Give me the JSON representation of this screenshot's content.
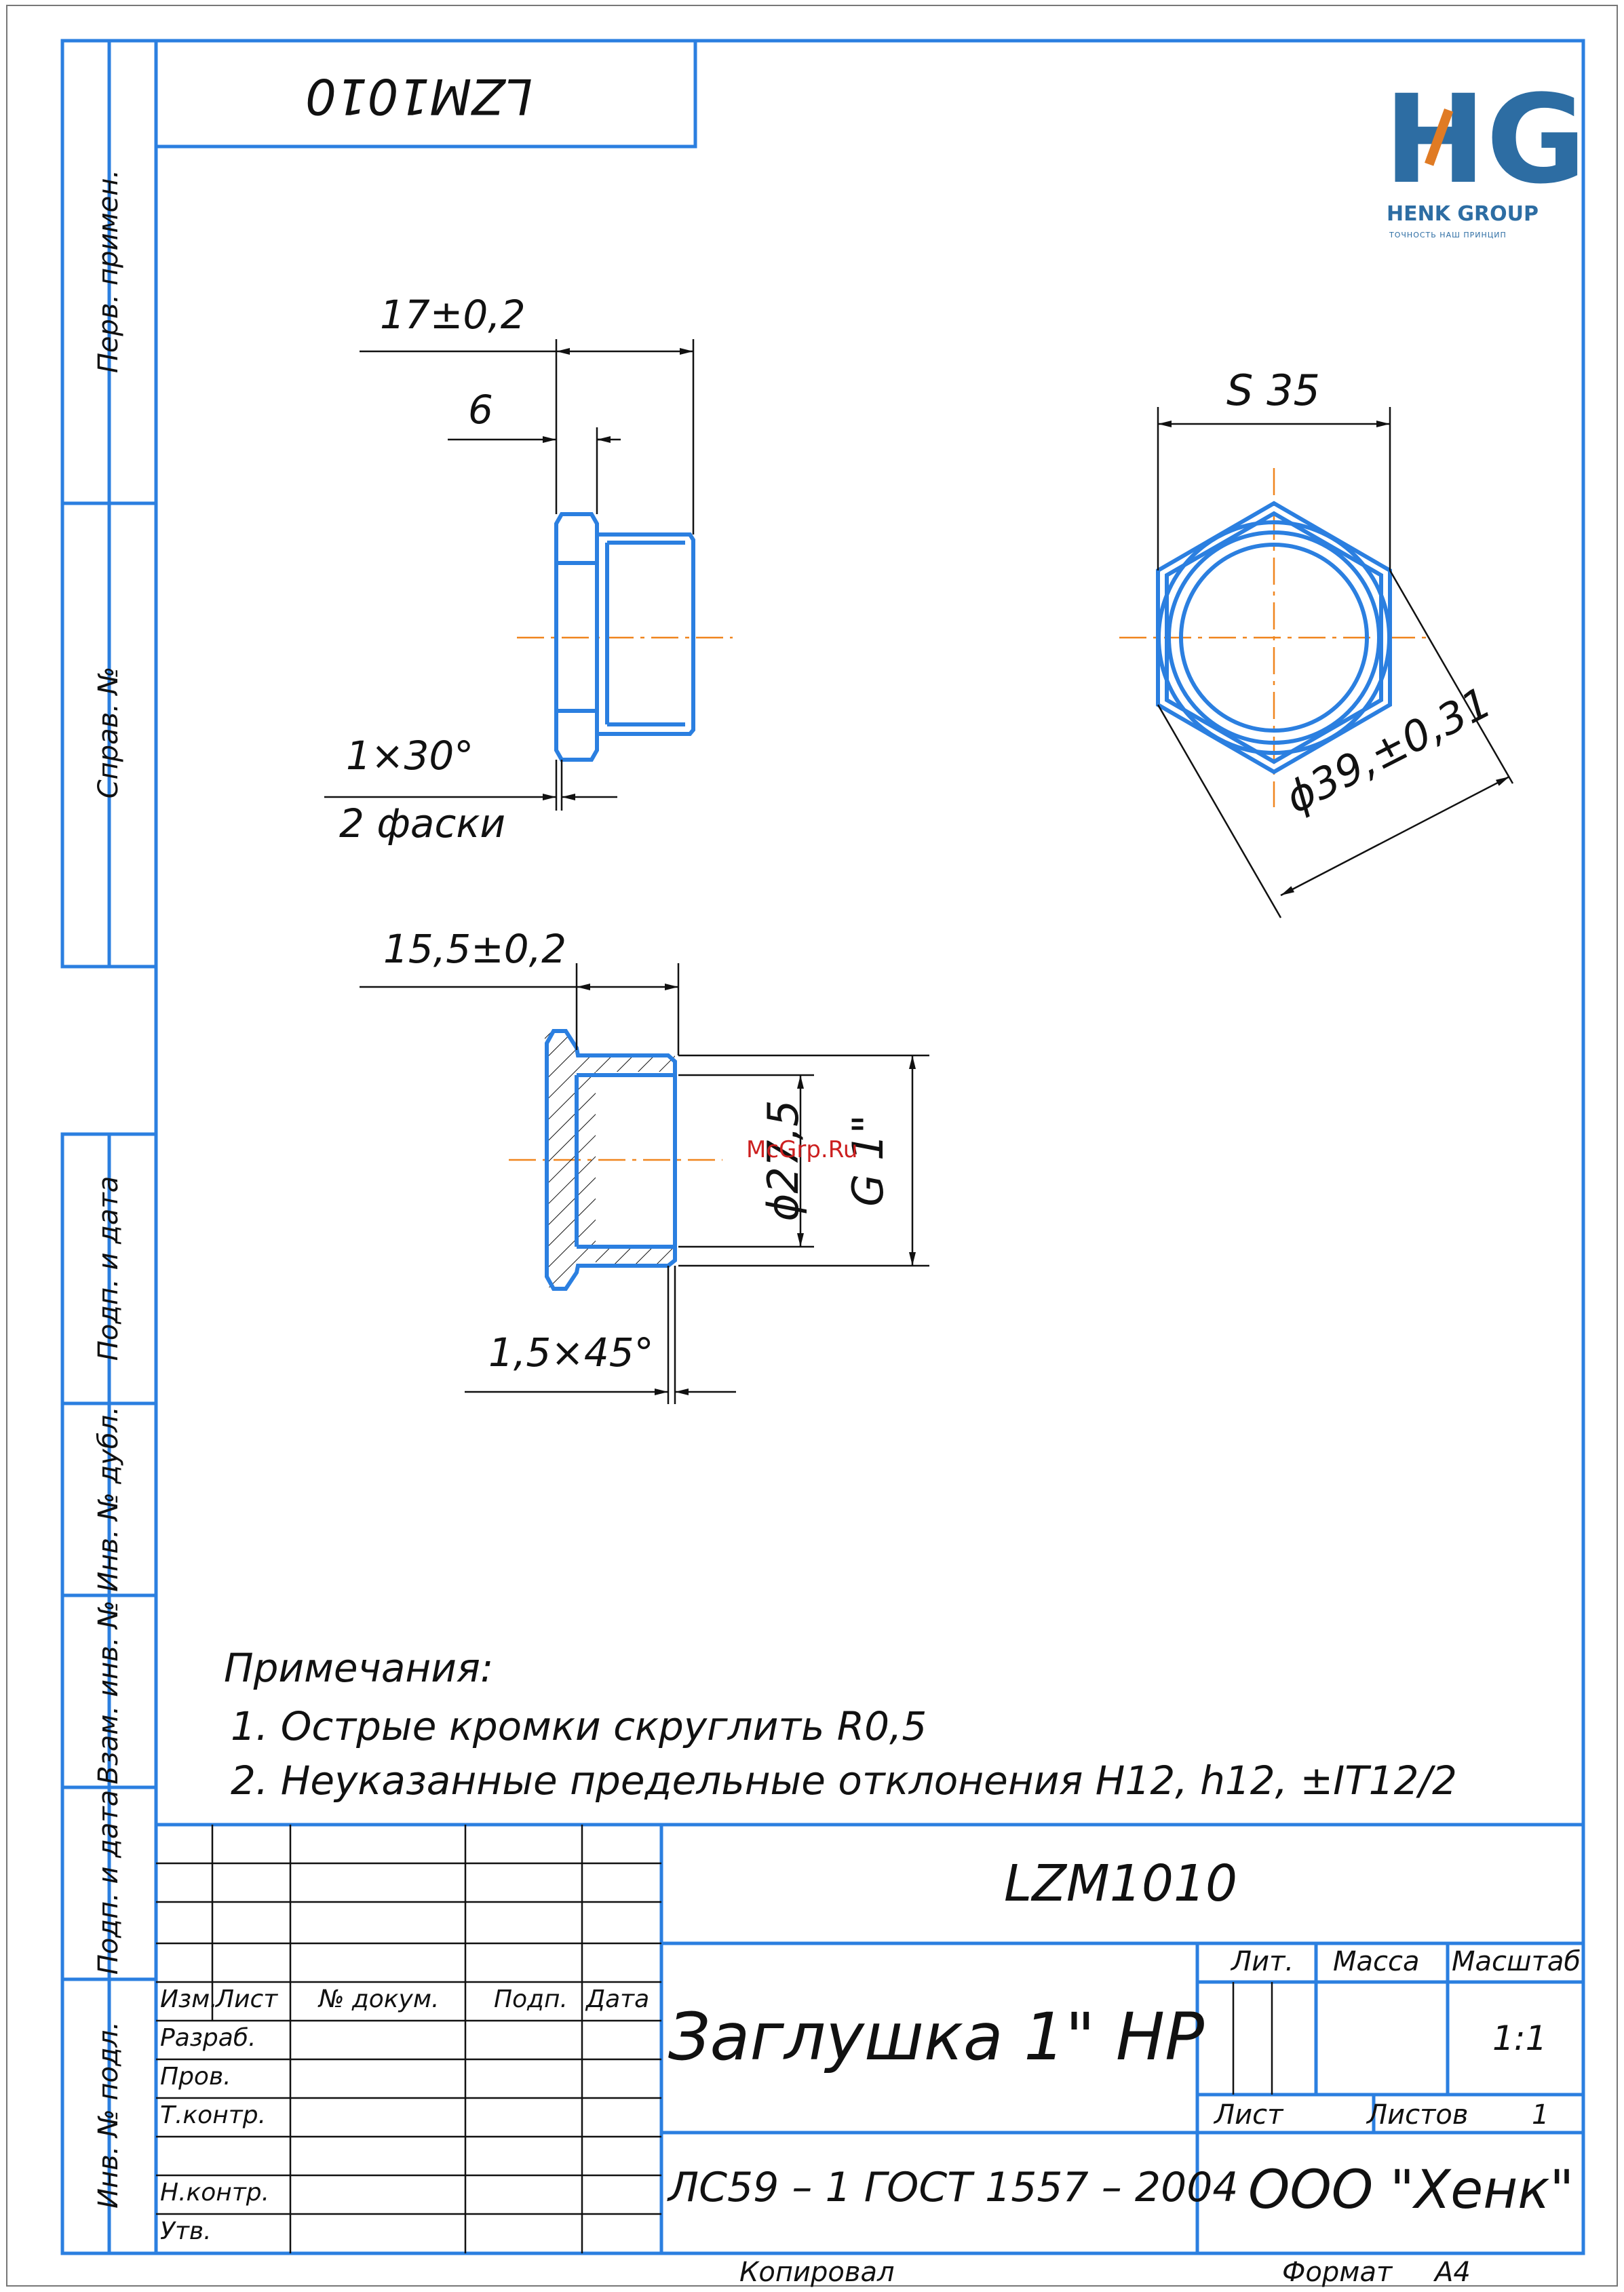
{
  "drawing_code": "LZM1010",
  "drawing_code_mirrored": "LZM1010",
  "logo": {
    "letters": "HG",
    "brand": "HENK GROUP",
    "tagline": "ТОЧНОСТЬ НАШ ПРИНЦИП",
    "color": "#2d6da3",
    "accent": "#e07b24"
  },
  "left_strip": {
    "perv_primen": "Перв. примен.",
    "sprav_no": "Справ. №",
    "podp_data_1": "Подп. и дата",
    "inv_dubl": "Инв. № дубл.",
    "vzam_inv": "Взам. инв. №",
    "podp_data_2": "Подп. и дата",
    "inv_podl": "Инв. № подл."
  },
  "dimensions": {
    "len_total": "17±0,2",
    "len_head": "6",
    "chamfer1": "1×30°",
    "chamfer1_note": "2 фаски",
    "wrench": "S 35",
    "diag": "ϕ39,±0,31",
    "len_section": "15,5±0,2",
    "bore": "ϕ27,5",
    "thread": "G 1\"",
    "chamfer2": "1,5×45°"
  },
  "watermark": "McGrp.Ru",
  "notes": {
    "title": "Примечания:",
    "line1": "1. Острые кромки скруглить R0,5",
    "line2": "2. Неуказанные предельные отклонения H12, h12, ±IT12/2"
  },
  "title_block": {
    "designation": "LZM1010",
    "name": "Заглушка 1\" НР",
    "material": "ЛС59 – 1 ГОСТ 1557 – 2004",
    "company": "ООО \"Хенк\"",
    "lit": "Лит.",
    "mass": "Масса",
    "scale_label": "Масштаб",
    "scale": "1:1",
    "sheet": "Лист",
    "sheets": "Листов",
    "sheets_count": "1",
    "col_izm": "Изм.",
    "col_list": "Лист",
    "col_doc": "№ докум.",
    "col_podp": "Подп.",
    "col_data": "Дата",
    "row_razrab": "Разраб.",
    "row_prov": "Пров.",
    "row_tkontr": "Т.контр.",
    "row_nkontr": "Н.контр.",
    "row_utv": "Утв.",
    "copied": "Копировал",
    "format_label": "Формат",
    "format": "A4"
  },
  "colors": {
    "frame": "#2b7fe0",
    "part": "#2b7fe0",
    "center": "#f0851e",
    "ink": "#111111"
  }
}
